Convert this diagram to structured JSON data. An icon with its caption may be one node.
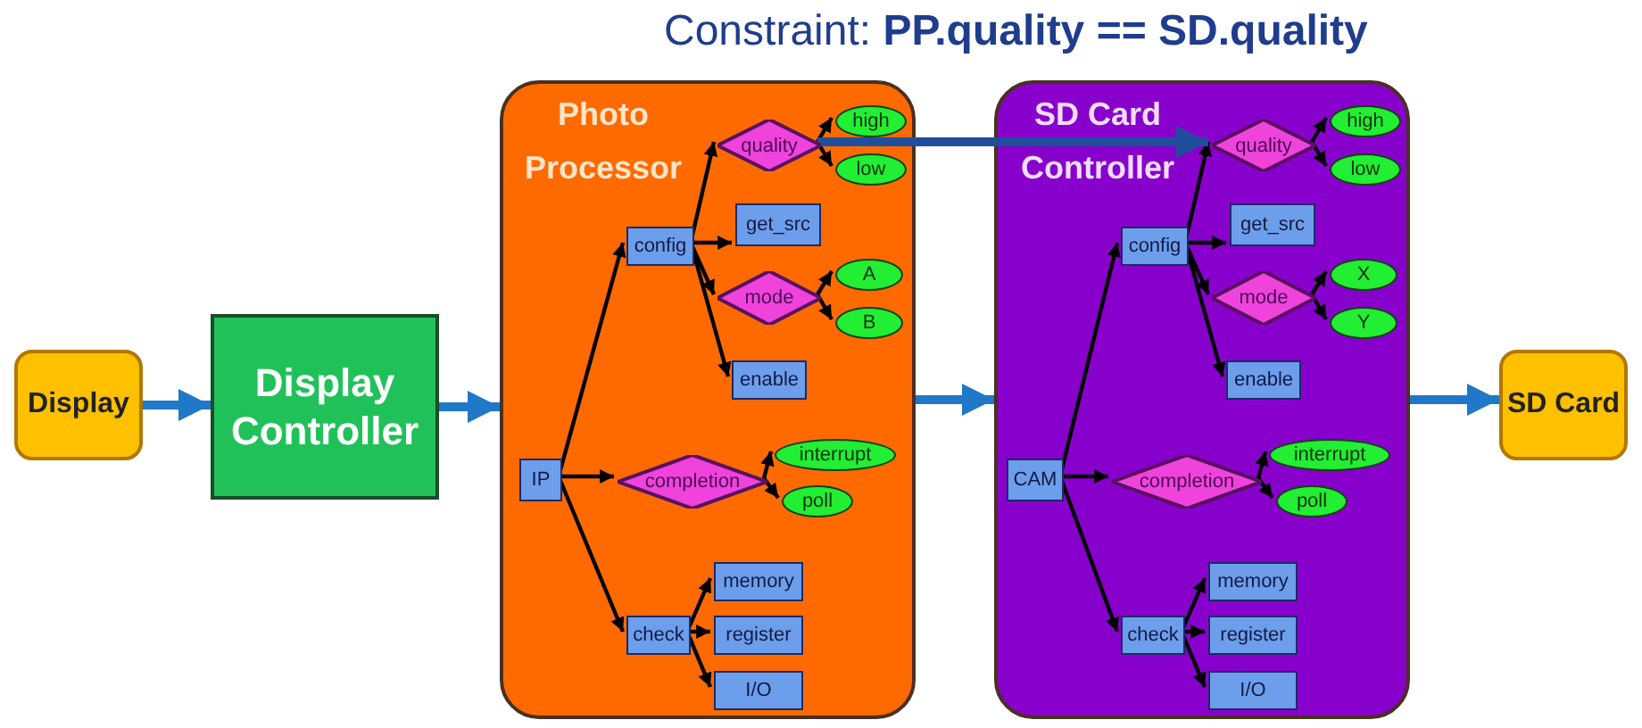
{
  "diagram": {
    "title": "Constraint: **PP.quality == SD.quality**",
    "nodes": [
      {
        "text": [
          "Display"
        ]
      },
      {
        "text": [
          "Display Controller"
        ]
      },
      {
        "text": [
          "Photo Processor"
        ]
      },
      {
        "text": [
          "IP"
        ],
        "in": 2
      },
      {
        "text": [
          "config"
        ],
        "in": 2
      },
      {
        "text": [
          "quality"
        ],
        "in": 2
      },
      {
        "text": [
          "high"
        ],
        "in": 2
      },
      {
        "text": [
          "low"
        ],
        "in": 2
      },
      {
        "text": [
          "get_src"
        ],
        "in": 2
      },
      {
        "text": [
          "mode"
        ],
        "in": 2
      },
      {
        "text": [
          "A"
        ],
        "in": 2
      },
      {
        "text": [
          "B"
        ],
        "in": 2
      },
      {
        "text": [
          "enable"
        ],
        "in": 2
      },
      {
        "text": [
          "completion"
        ],
        "in": 2
      },
      {
        "text": [
          "interrupt"
        ],
        "in": 2
      },
      {
        "text": [
          "poll"
        ],
        "in": 2
      },
      {
        "text": [
          "check"
        ],
        "in": 2
      },
      {
        "text": [
          "memory"
        ],
        "in": 2
      },
      {
        "text": [
          "register"
        ],
        "in": 2
      },
      {
        "text": [
          "I/O"
        ],
        "in": 2
      },
      {
        "text": [
          "SD Card Controller"
        ]
      },
      {
        "text": [
          "CAM"
        ],
        "in": 20
      },
      {
        "text": [
          "config"
        ],
        "in": 20
      },
      {
        "text": [
          "quality"
        ],
        "in": 20
      },
      {
        "text": [
          "high"
        ],
        "in": 20
      },
      {
        "text": [
          "low"
        ],
        "in": 20
      },
      {
        "text": [
          "get_src"
        ],
        "in": 20
      },
      {
        "text": [
          "mode"
        ],
        "in": 20
      },
      {
        "text": [
          "X"
        ],
        "in": 20
      },
      {
        "text": [
          "Y"
        ],
        "in": 20
      },
      {
        "text": [
          "enable"
        ],
        "in": 20
      },
      {
        "text": [
          "completion"
        ],
        "in": 20
      },
      {
        "text": [
          "interrupt"
        ],
        "in": 20
      },
      {
        "text": [
          "poll"
        ],
        "in": 20
      },
      {
        "text": [
          "check"
        ],
        "in": 20
      },
      {
        "text": [
          "memory"
        ],
        "in": 20
      },
      {
        "text": [
          "register"
        ],
        "in": 20
      },
      {
        "text": [
          "I/O"
        ],
        "in": 20
      },
      {
        "text": [
          "SD Card"
        ]
      }
    ],
    "edges": [
      {
        "from": 0,
        "to": 1,
        "arrow": "to",
        "style": "thick",
        "color": "#1f78c8"
      },
      {
        "from": 1,
        "to": 2,
        "arrow": "to",
        "style": "thick",
        "color": "#1f78c8"
      },
      {
        "from": 2,
        "to": 20,
        "arrow": "to",
        "style": "thick",
        "color": "#1f78c8"
      },
      {
        "from": 20,
        "to": 38,
        "arrow": "to",
        "style": "thick",
        "color": "#1f78c8"
      },
      {
        "from": 3,
        "to": 4,
        "arrow": "to"
      },
      {
        "from": 3,
        "to": 13,
        "arrow": "to"
      },
      {
        "from": 3,
        "to": 16,
        "arrow": "to"
      },
      {
        "from": 4,
        "to": 5,
        "arrow": "to"
      },
      {
        "from": 4,
        "to": 8,
        "arrow": "to"
      },
      {
        "from": 4,
        "to": 9,
        "arrow": "to"
      },
      {
        "from": 4,
        "to": 12,
        "arrow": "to"
      },
      {
        "from": 5,
        "to": 6,
        "arrow": "to"
      },
      {
        "from": 5,
        "to": 7,
        "arrow": "to"
      },
      {
        "from": 9,
        "to": 10,
        "arrow": "to"
      },
      {
        "from": 9,
        "to": 11,
        "arrow": "to"
      },
      {
        "from": 13,
        "to": 14,
        "arrow": "to"
      },
      {
        "from": 13,
        "to": 15,
        "arrow": "to"
      },
      {
        "from": 16,
        "to": 17,
        "arrow": "to"
      },
      {
        "from": 16,
        "to": 18,
        "arrow": "to"
      },
      {
        "from": 16,
        "to": 19,
        "arrow": "to"
      },
      {
        "from": 21,
        "to": 22,
        "arrow": "to"
      },
      {
        "from": 21,
        "to": 31,
        "arrow": "to"
      },
      {
        "from": 21,
        "to": 34,
        "arrow": "to"
      },
      {
        "from": 22,
        "to": 23,
        "arrow": "to"
      },
      {
        "from": 22,
        "to": 26,
        "arrow": "to"
      },
      {
        "from": 22,
        "to": 27,
        "arrow": "to"
      },
      {
        "from": 22,
        "to": 30,
        "arrow": "to"
      },
      {
        "from": 23,
        "to": 24,
        "arrow": "to"
      },
      {
        "from": 23,
        "to": 25,
        "arrow": "to"
      },
      {
        "from": 27,
        "to": 28,
        "arrow": "to"
      },
      {
        "from": 27,
        "to": 29,
        "arrow": "to"
      },
      {
        "from": 31,
        "to": 32,
        "arrow": "to"
      },
      {
        "from": 31,
        "to": 33,
        "arrow": "to"
      },
      {
        "from": 34,
        "to": 35,
        "arrow": "to"
      },
      {
        "from": 34,
        "to": 36,
        "arrow": "to"
      },
      {
        "from": 34,
        "to": 37,
        "arrow": "to"
      },
      {
        "from": 5,
        "to": 23,
        "arrow": "to",
        "style": "thick",
        "color": "#1f4e9c"
      }
    ]
  }
}
